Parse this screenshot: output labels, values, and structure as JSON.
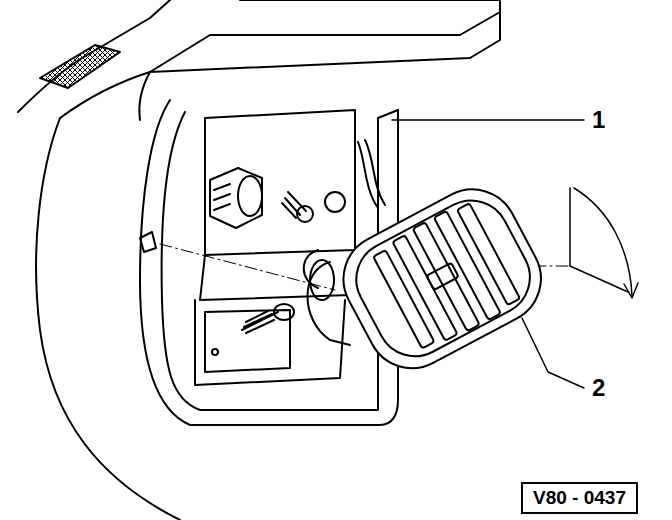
{
  "diagram": {
    "nodes": [
      {
        "text": [
          "V80 - 0437"
        ]
      }
    ],
    "labels": [
      "1",
      "2"
    ]
  }
}
